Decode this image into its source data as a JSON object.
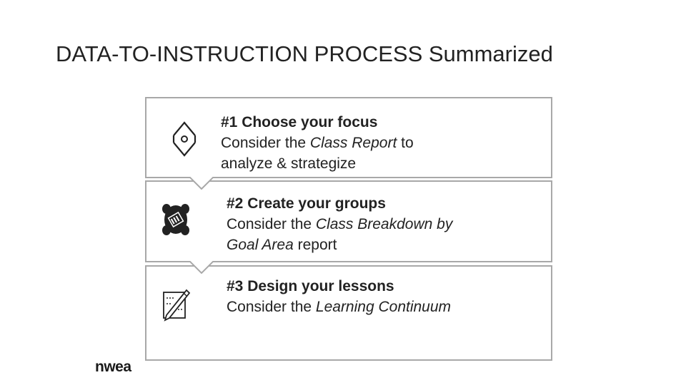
{
  "title": "DATA-TO-INSTRUCTION PROCESS Summarized",
  "steps": [
    {
      "heading": "#1 Choose your focus",
      "line1_pre": "Consider the ",
      "line1_em": "Class Report",
      "line1_post": " to",
      "line2": "analyze & strategize",
      "icon": "target-diamond-icon"
    },
    {
      "heading": "#2 Create your groups",
      "line1_pre": "Consider the ",
      "line1_em": "Class Breakdown by",
      "line2_em": "Goal Area",
      "line2_post": " report",
      "icon": "group-people-icon"
    },
    {
      "heading": "#3 Design your lessons",
      "line1_pre": "Consider the ",
      "line1_em": "Learning Continuum",
      "icon": "pencil-notepad-icon"
    }
  ],
  "logo": "nwea"
}
